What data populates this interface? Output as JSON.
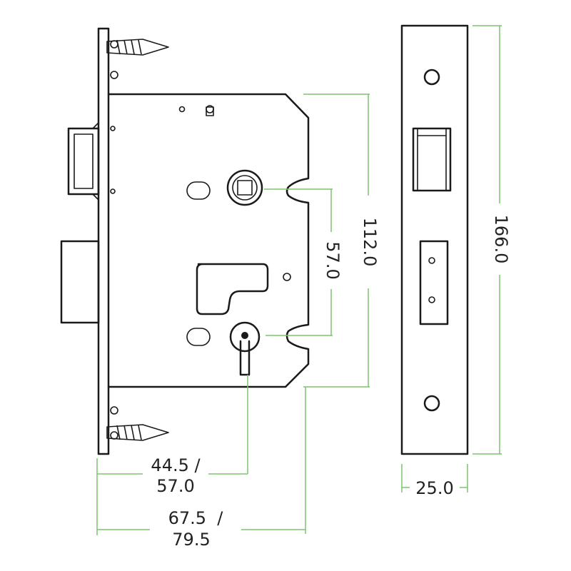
{
  "colors": {
    "line": "#1a1a1a",
    "dimension_line": "#7cc46e",
    "text": "#222222",
    "background": "#ffffff"
  },
  "dimensions": {
    "centers": "57.0",
    "case_height": "112.0",
    "faceplate_height": "166.0",
    "faceplate_width": "25.0",
    "backset_line1": "44.5 /",
    "backset_line2": "57.0",
    "case_depth_line1": "67.5  /",
    "case_depth_line2": "79.5"
  }
}
